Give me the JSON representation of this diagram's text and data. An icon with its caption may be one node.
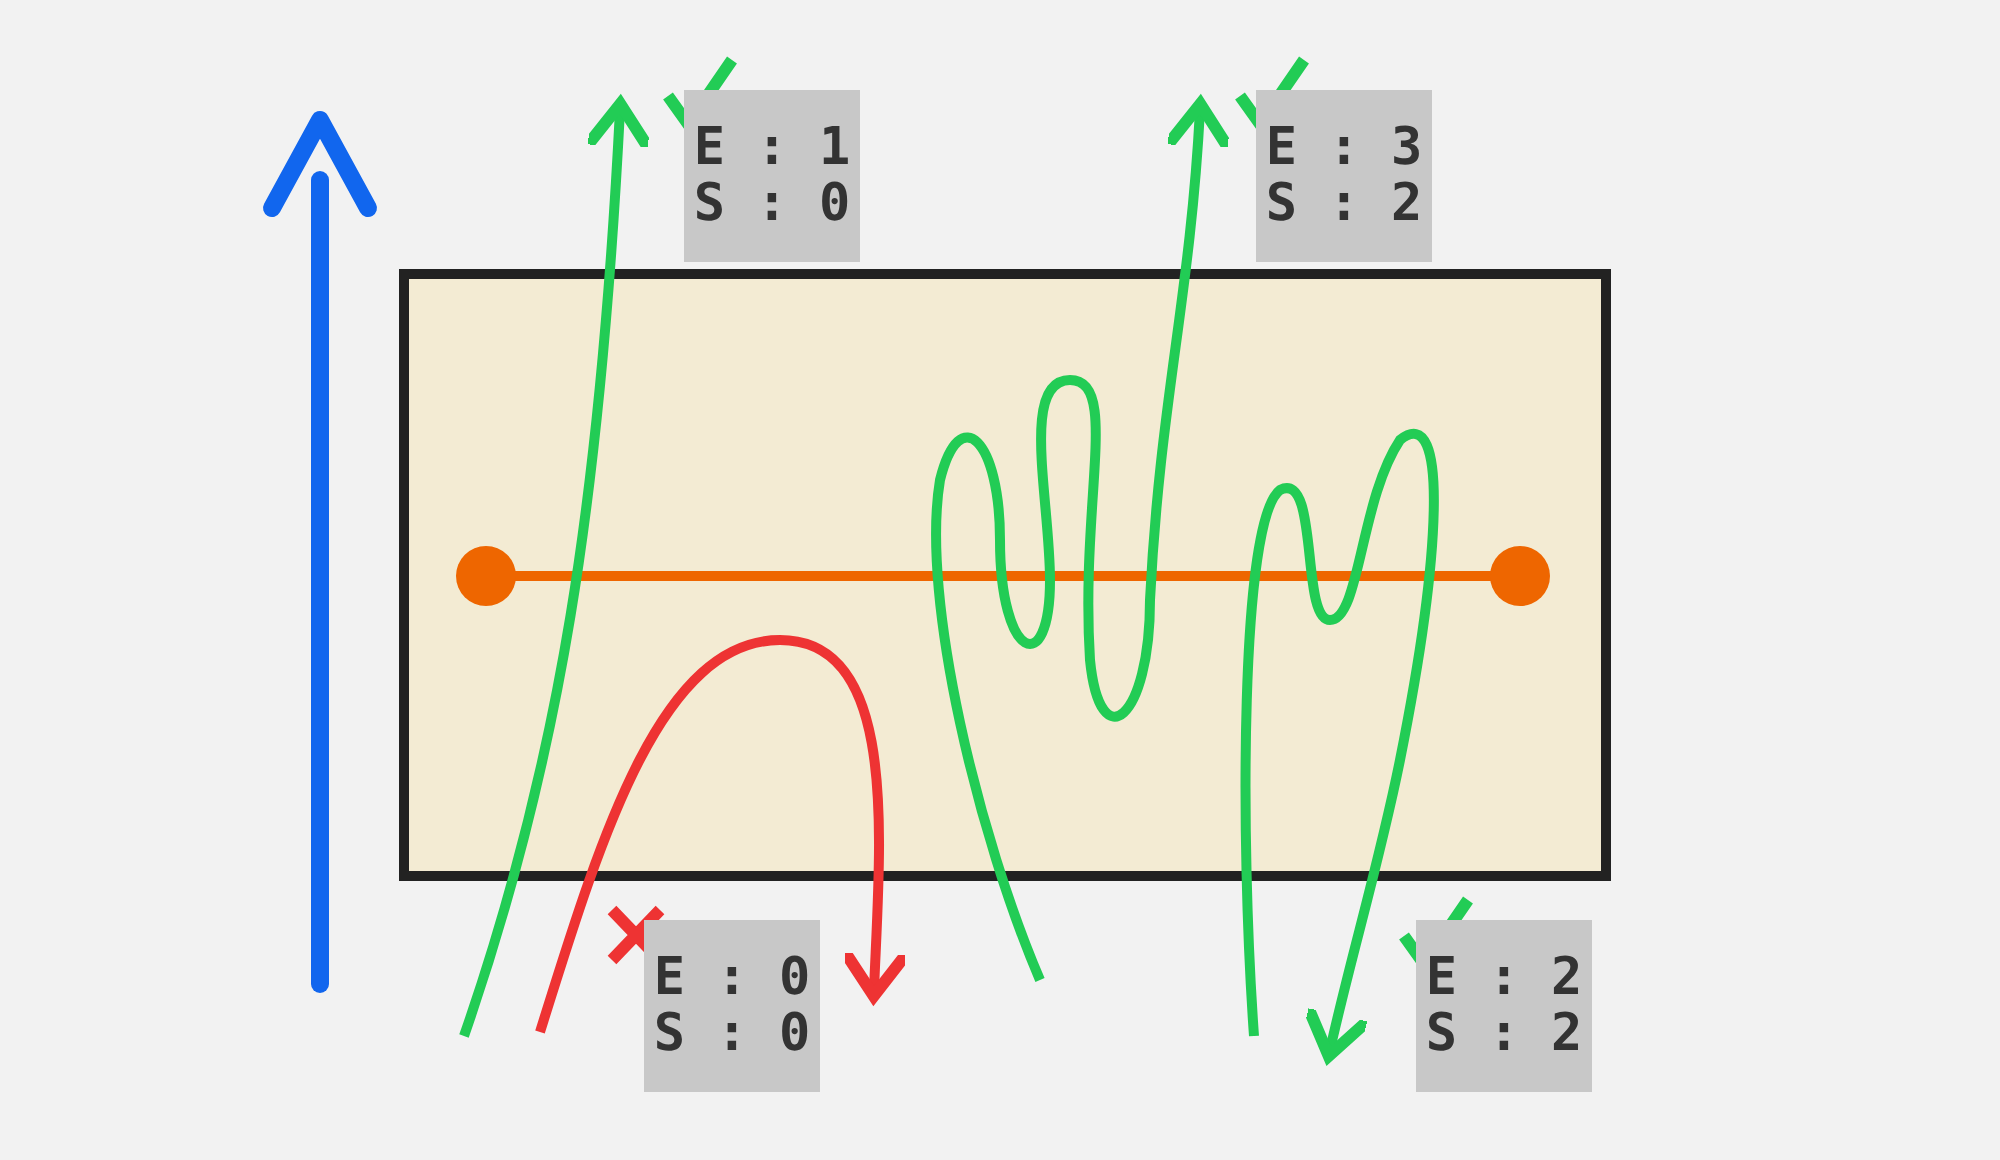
{
  "diagram": {
    "nodes": [
      {
        "text": [
          "E : 1",
          "S : 0"
        ]
      },
      {
        "text": [
          "E : 3",
          "S : 2"
        ]
      },
      {
        "text": [
          "E : 0",
          "S : 0"
        ]
      },
      {
        "text": [
          "E : 2",
          "S : 2"
        ]
      }
    ],
    "edges": [
      {
        "from": null,
        "to": 0,
        "arrow": "to"
      },
      {
        "from": null,
        "to": 2,
        "arrow": "to",
        "color": "#ee3333"
      },
      {
        "from": null,
        "to": 1,
        "arrow": "to"
      },
      {
        "from": null,
        "to": 3,
        "arrow": "to"
      }
    ]
  }
}
